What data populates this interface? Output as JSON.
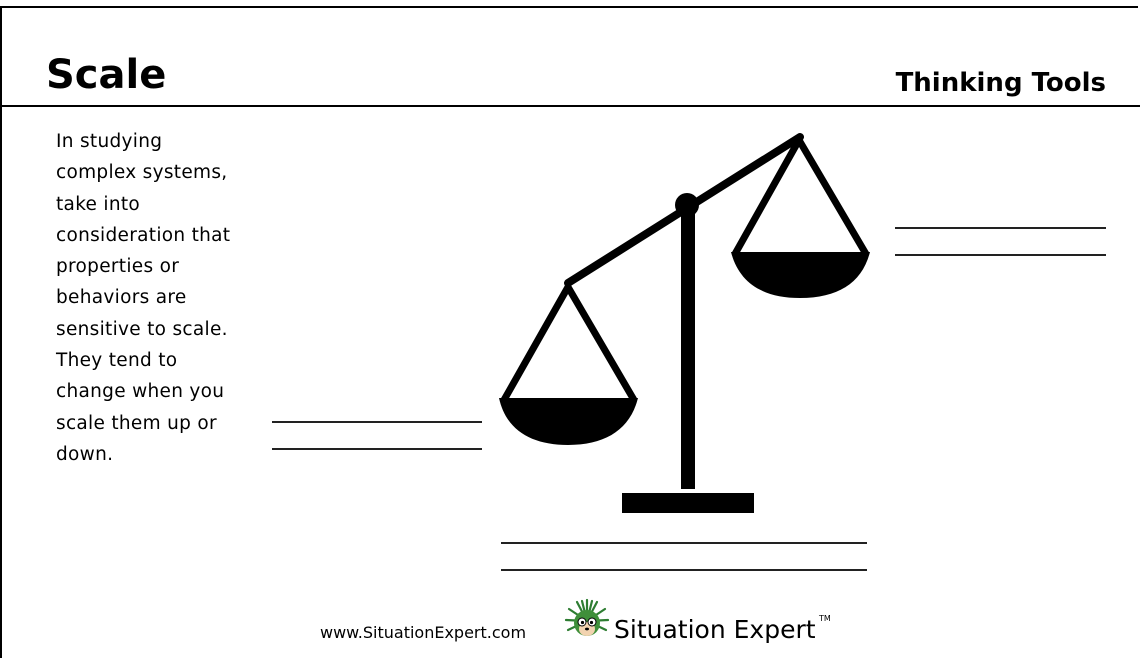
{
  "header": {
    "title": "Scale",
    "subtitle": "Thinking Tools"
  },
  "description": "In studying complex systems, take into consideration that properties or behaviors are sensitive to scale. They tend to change when you scale them up or down.",
  "footer": {
    "url": "www.SituationExpert.com",
    "brand": "Situation Expert",
    "trademark": "TM"
  },
  "icons": {
    "illustration": "balance-scale-icon",
    "logo": "porcupine-mascot-icon"
  },
  "colors": {
    "ink": "#000000",
    "background": "#ffffff",
    "logo_green": "#2e7d32"
  }
}
